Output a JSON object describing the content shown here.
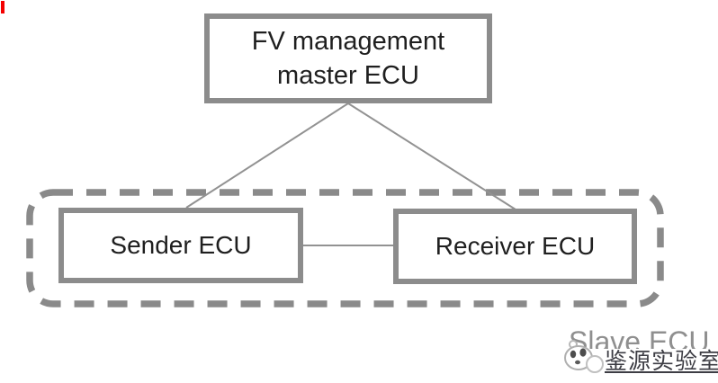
{
  "diagram": {
    "nodes": {
      "master": {
        "line1": "FV management",
        "line2": "master ECU"
      },
      "sender": {
        "label": "Sender ECU"
      },
      "receiver": {
        "label": "Receiver ECU"
      }
    },
    "group": {
      "label": "Slave ECU"
    },
    "connections": [
      {
        "from": "master",
        "to": "sender"
      },
      {
        "from": "master",
        "to": "receiver"
      },
      {
        "from": "sender",
        "to": "receiver"
      }
    ]
  },
  "watermark": {
    "icon": "mascot-logo",
    "text": "鉴源实验室"
  },
  "colors": {
    "box_border": "#8c8c8c",
    "connector_line": "#929292",
    "dashed_group_border": "#8a8a8a",
    "node_text": "#1f1f1f",
    "group_label_text": "#8f8f8f",
    "watermark_text": "#3d3d44",
    "red_artifact": "#f40000"
  }
}
